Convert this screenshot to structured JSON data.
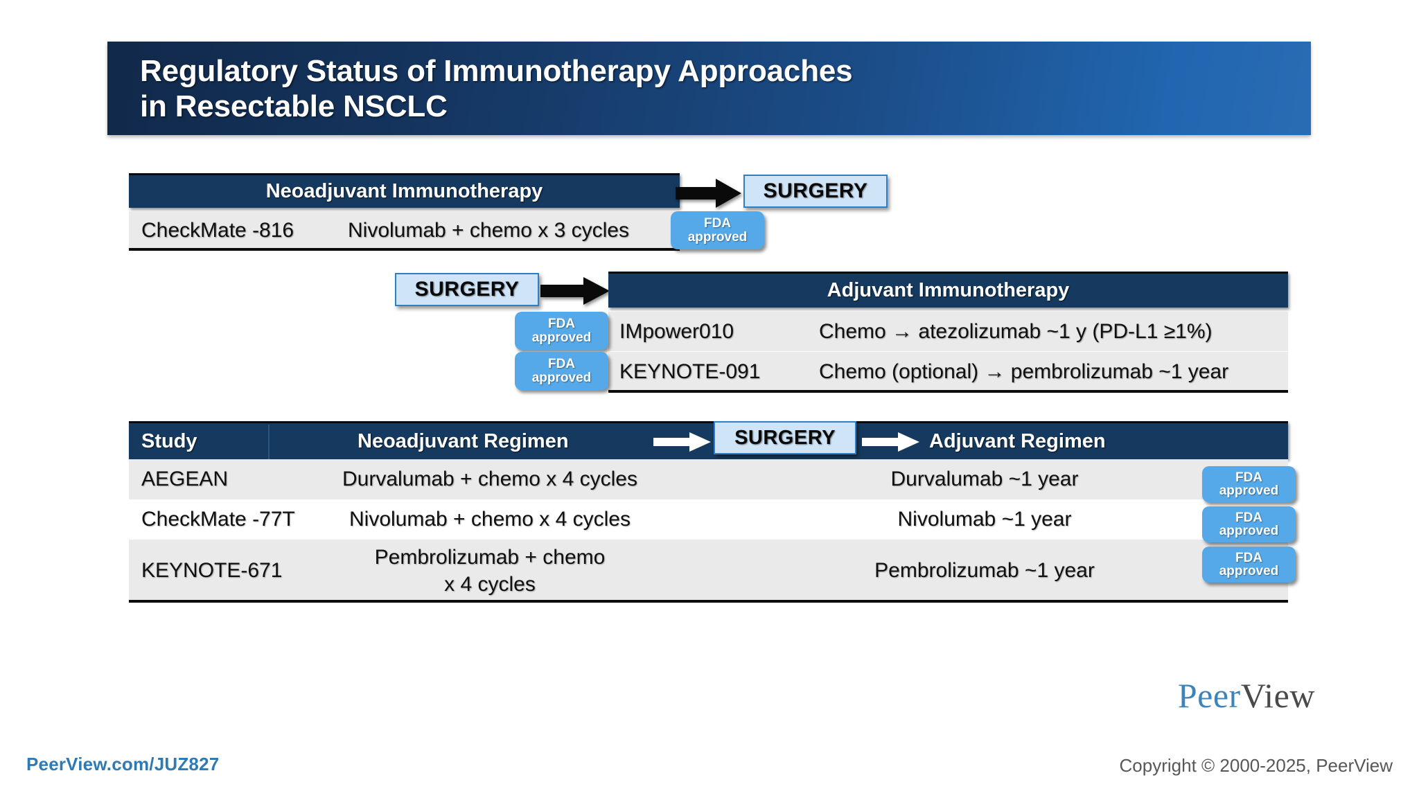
{
  "title": {
    "line1": "Regulatory Status of Immunotherapy Approaches",
    "line2": "in Resectable NSCLC"
  },
  "neoadjuvant_section": {
    "header": "Neoadjuvant Immunotherapy",
    "surgery_chip": "SURGERY",
    "study": "CheckMate -816",
    "regimen": "Nivolumab + chemo x 3 cycles",
    "fda_badge": {
      "line1": "FDA",
      "line2": "approved"
    }
  },
  "adjuvant_section": {
    "header": "Adjuvant Immunotherapy",
    "surgery_chip": "SURGERY",
    "rows": [
      {
        "study": "IMpower010",
        "regimen": "Chemo → atezolizumab ~1 y (PD-L1 ≥1%)",
        "fda_badge": {
          "line1": "FDA",
          "line2": "approved"
        }
      },
      {
        "study": "KEYNOTE-091",
        "regimen": "Chemo (optional) → pembrolizumab ~1 year",
        "fda_badge": {
          "line1": "FDA",
          "line2": "approved"
        }
      }
    ]
  },
  "perioperative_table": {
    "columns": [
      "Study",
      "Neoadjuvant Regimen",
      "SURGERY",
      "Adjuvant Regimen"
    ],
    "rows": [
      {
        "study": "AEGEAN",
        "neoadjuvant": "Durvalumab + chemo x 4 cycles",
        "adjuvant": "Durvalumab ~1 year",
        "fda_badge": {
          "line1": "FDA",
          "line2": "approved"
        }
      },
      {
        "study": "CheckMate -77T",
        "neoadjuvant": "Nivolumab + chemo x 4 cycles",
        "adjuvant": "Nivolumab ~1 year",
        "fda_badge": {
          "line1": "FDA",
          "line2": "approved"
        }
      },
      {
        "study": "KEYNOTE-671",
        "neoadjuvant": "Pembrolizumab + chemo\nx 4 cycles",
        "neoadjuvant_line1": "Pembrolizumab + chemo",
        "neoadjuvant_line2": "x 4 cycles",
        "adjuvant": "Pembrolizumab ~1 year",
        "fda_badge": {
          "line1": "FDA",
          "line2": "approved"
        }
      }
    ]
  },
  "footer": {
    "link": "PeerView.com/JUZ827",
    "copyright": "Copyright © 2000-2025, PeerView",
    "logo_part1": "Peer",
    "logo_part2": "View"
  },
  "colors": {
    "navy": "#163a5f",
    "banner_gradient_start": "#11294a",
    "banner_gradient_end": "#2a6cb4",
    "chip_fill": "#cfe4f7",
    "chip_border": "#2f7fc4",
    "badge_blue": "#56a9e8",
    "row_gray": "#eaeaea",
    "link_blue": "#2e7ab5"
  }
}
